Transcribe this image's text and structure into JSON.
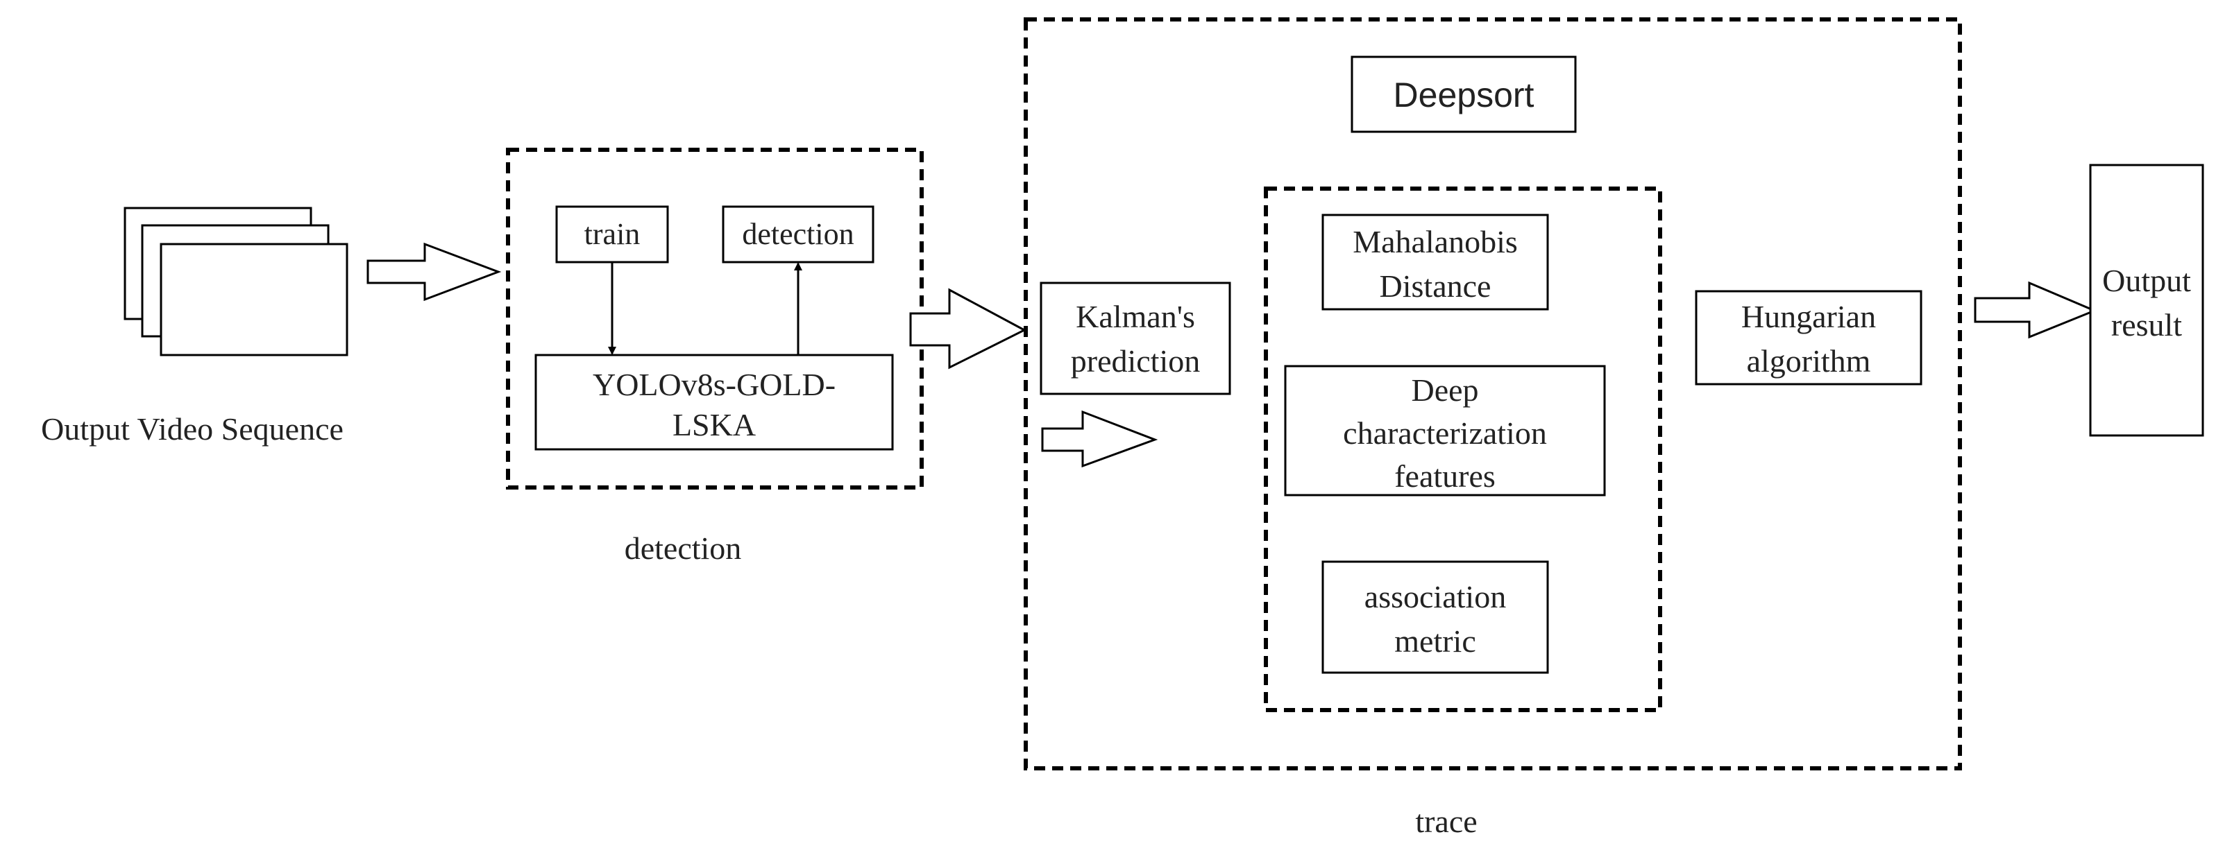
{
  "input": {
    "label": "Output Video Sequence",
    "frames_icon": "stacked-frames"
  },
  "detection": {
    "train_label": "train",
    "detection_label": "detection",
    "model_line1": "YOLOv8s-GOLD-",
    "model_line2": "LSKA",
    "group_caption": "detection"
  },
  "trace": {
    "title": "Deepsort",
    "kalman_line1": "Kalman's",
    "kalman_line2": "prediction",
    "mahalanobis_line1": "Mahalanobis",
    "mahalanobis_line2": "Distance",
    "deep_line1": "Deep",
    "deep_line2": "characterization",
    "deep_line3": "features",
    "association_line1": "association",
    "association_line2": "metric",
    "hungarian_line1": "Hungarian",
    "hungarian_line2": "algorithm",
    "group_caption": "trace"
  },
  "output": {
    "line1": "Output",
    "line2": "result"
  },
  "colors": {
    "stroke": "#000000",
    "fill": "#ffffff",
    "text": "#222222"
  }
}
